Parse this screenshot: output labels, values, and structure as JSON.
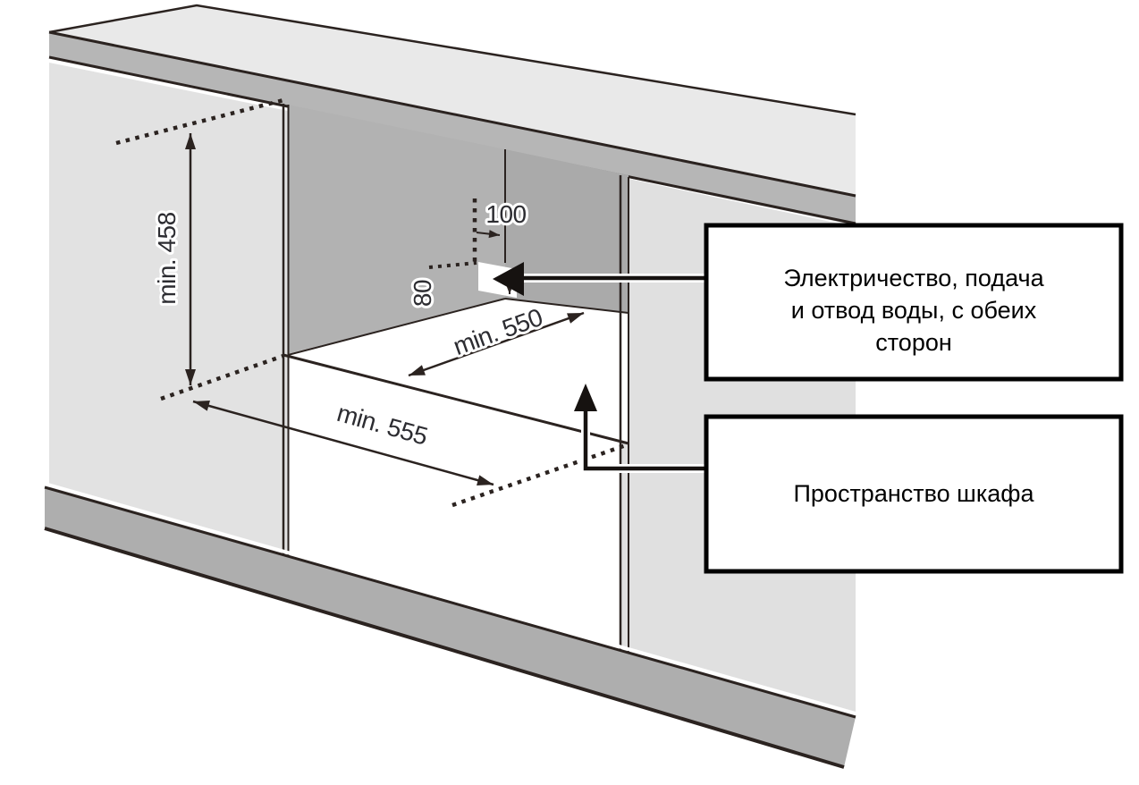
{
  "diagram": {
    "dimensions": {
      "height_label": "min. 458",
      "width_label": "min. 555",
      "depth_label": "min. 550",
      "service_offset_label": "100",
      "service_height_label": "80"
    },
    "callouts": {
      "utilities_line1": "Электричество, подача",
      "utilities_line2": "и отвод воды, с обеих",
      "utilities_line3": "сторон",
      "cabinet_space": "Пространство шкафа"
    },
    "colors": {
      "outline": "#2b2320",
      "countertop_top": "#e9e9e9",
      "countertop_edge": "#b6b6b6",
      "panel_light": "#e2e2e2",
      "panel_right": "#e0e0e0",
      "niche_back_wall": "#b2b2b2",
      "niche_right_wall": "#aaaaaa",
      "plinth": "#aeaeae",
      "floor": "#ffffff",
      "callout_border": "#000000"
    }
  }
}
